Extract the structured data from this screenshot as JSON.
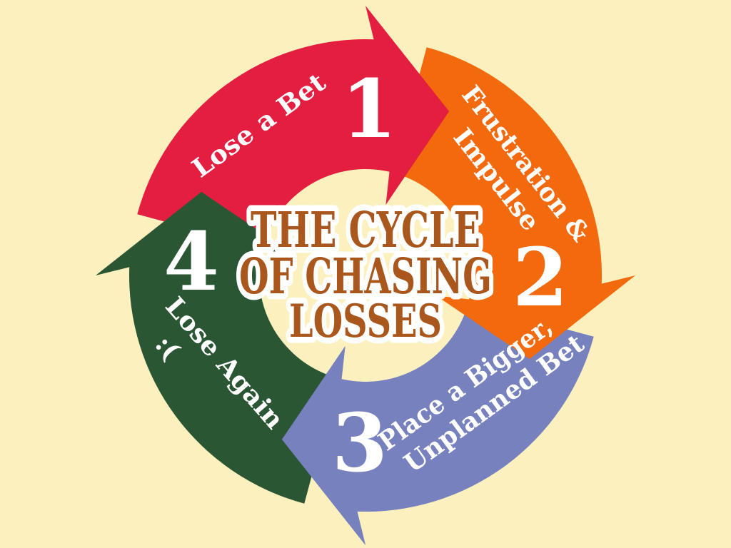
{
  "background_color": "#FCF0BE",
  "title": {
    "lines": [
      "THE CYCLE",
      "OF CHASING",
      "LOSSES"
    ],
    "text_color": "#A9571C",
    "outline_color": "#FFFFFF"
  },
  "cycle": {
    "direction": "clockwise",
    "steps": [
      {
        "number": "1",
        "label": "Lose a Bet",
        "label_lines": [
          "Lose a Bet"
        ],
        "color": "#E41E41",
        "position": "top"
      },
      {
        "number": "2",
        "label": "Frustration & Impulse",
        "label_lines": [
          "Frustration &",
          "Impulse"
        ],
        "color": "#F3690D",
        "position": "right"
      },
      {
        "number": "3",
        "label": "Place a Bigger, Unplanned Bet",
        "label_lines": [
          "Place a Bigger,",
          "Unplanned Bet"
        ],
        "color": "#7681BE",
        "position": "bottom"
      },
      {
        "number": "4",
        "label": "Lose Again :(",
        "label_lines": [
          "Lose Again",
          ":("
        ],
        "color": "#2B5634",
        "position": "left"
      }
    ]
  }
}
